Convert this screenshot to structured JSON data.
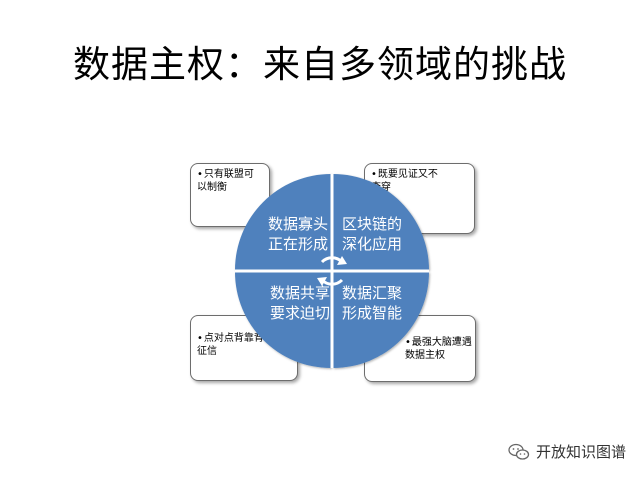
{
  "title": "数据主权：来自多领域的挑战",
  "quadrants": [
    {
      "id": "top-left",
      "text": "数据寡头正在形成"
    },
    {
      "id": "top-right",
      "text": "区块链的深化应用"
    },
    {
      "id": "bottom-left",
      "text": "数据共享要求迫切"
    },
    {
      "id": "bottom-right",
      "text": "数据汇聚形成智能"
    }
  ],
  "callouts": [
    {
      "id": "top-left",
      "text": "只有联盟可以制衡"
    },
    {
      "id": "top-right",
      "text": "既要见证又不查穿"
    },
    {
      "id": "bottom-left",
      "text": "点对点背靠背征信"
    },
    {
      "id": "bottom-right",
      "text": "最强大脑遭遇数据主权"
    }
  ],
  "watermark": {
    "text": "开放知识图谱",
    "icon": "wechat-icon"
  },
  "colors": {
    "quadrant_fill": "#4f81bd",
    "divider": "#ffffff",
    "callout_border": "#6d6d6d"
  }
}
